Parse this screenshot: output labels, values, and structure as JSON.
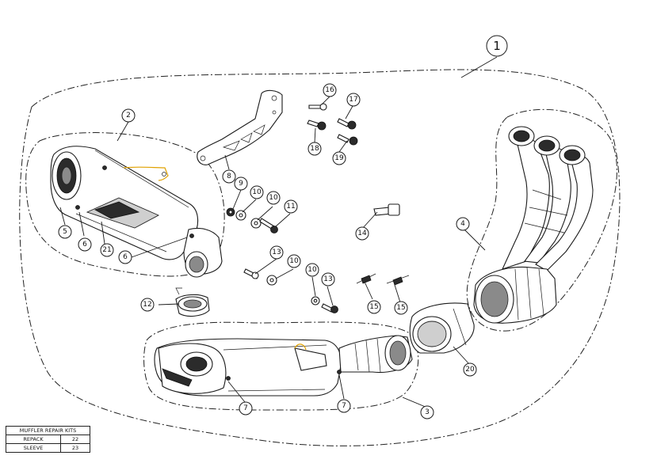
{
  "callouts": {
    "c1": "1",
    "c2": "2",
    "c3": "3",
    "c4": "4",
    "c5": "5",
    "c6a": "6",
    "c6b": "6",
    "c7a": "7",
    "c7b": "7",
    "c8": "8",
    "c9": "9",
    "c10a": "10",
    "c10b": "10",
    "c10c": "10",
    "c10d": "10",
    "c11": "11",
    "c12": "12",
    "c13a": "13",
    "c13b": "13",
    "c14": "14",
    "c15a": "15",
    "c15b": "15",
    "c16": "16",
    "c17": "17",
    "c18": "18",
    "c19": "19",
    "c20": "20",
    "c21": "21"
  },
  "repair_kits": {
    "title": "MUFFLER REPAIR KITS",
    "rows": [
      {
        "name": "REPACK",
        "code": "22"
      },
      {
        "name": "SLEEVE",
        "code": "23"
      }
    ]
  }
}
